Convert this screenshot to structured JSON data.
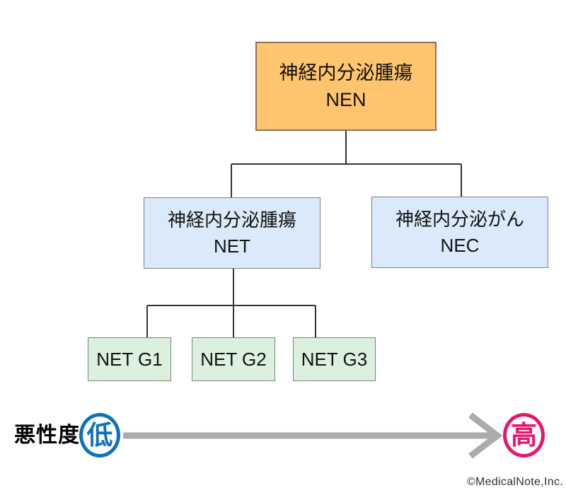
{
  "tree": {
    "root": {
      "title": "神経内分泌腫瘍",
      "abbr": "NEN"
    },
    "children": [
      {
        "title": "神経内分泌腫瘍",
        "abbr": "NET"
      },
      {
        "title": "神経内分泌がん",
        "abbr": "NEC"
      }
    ],
    "grades": [
      {
        "label": "NET G1"
      },
      {
        "label": "NET G2"
      },
      {
        "label": "NET G3"
      }
    ]
  },
  "axis": {
    "label": "悪性度",
    "low_label": "低",
    "high_label": "高"
  },
  "footer": {
    "copyright": "©MedicalNote,Inc."
  },
  "colors": {
    "root_fill": "#FFC46E",
    "root_border": "#8C7458",
    "child_fill": "#DBEAFA",
    "grade_fill": "#DCF0DE",
    "box_border": "#7F7F7F",
    "connector": "#333333",
    "arrow_gray": "#ABABAB",
    "low_accent": "#0E72B8",
    "high_accent": "#E6186E"
  }
}
